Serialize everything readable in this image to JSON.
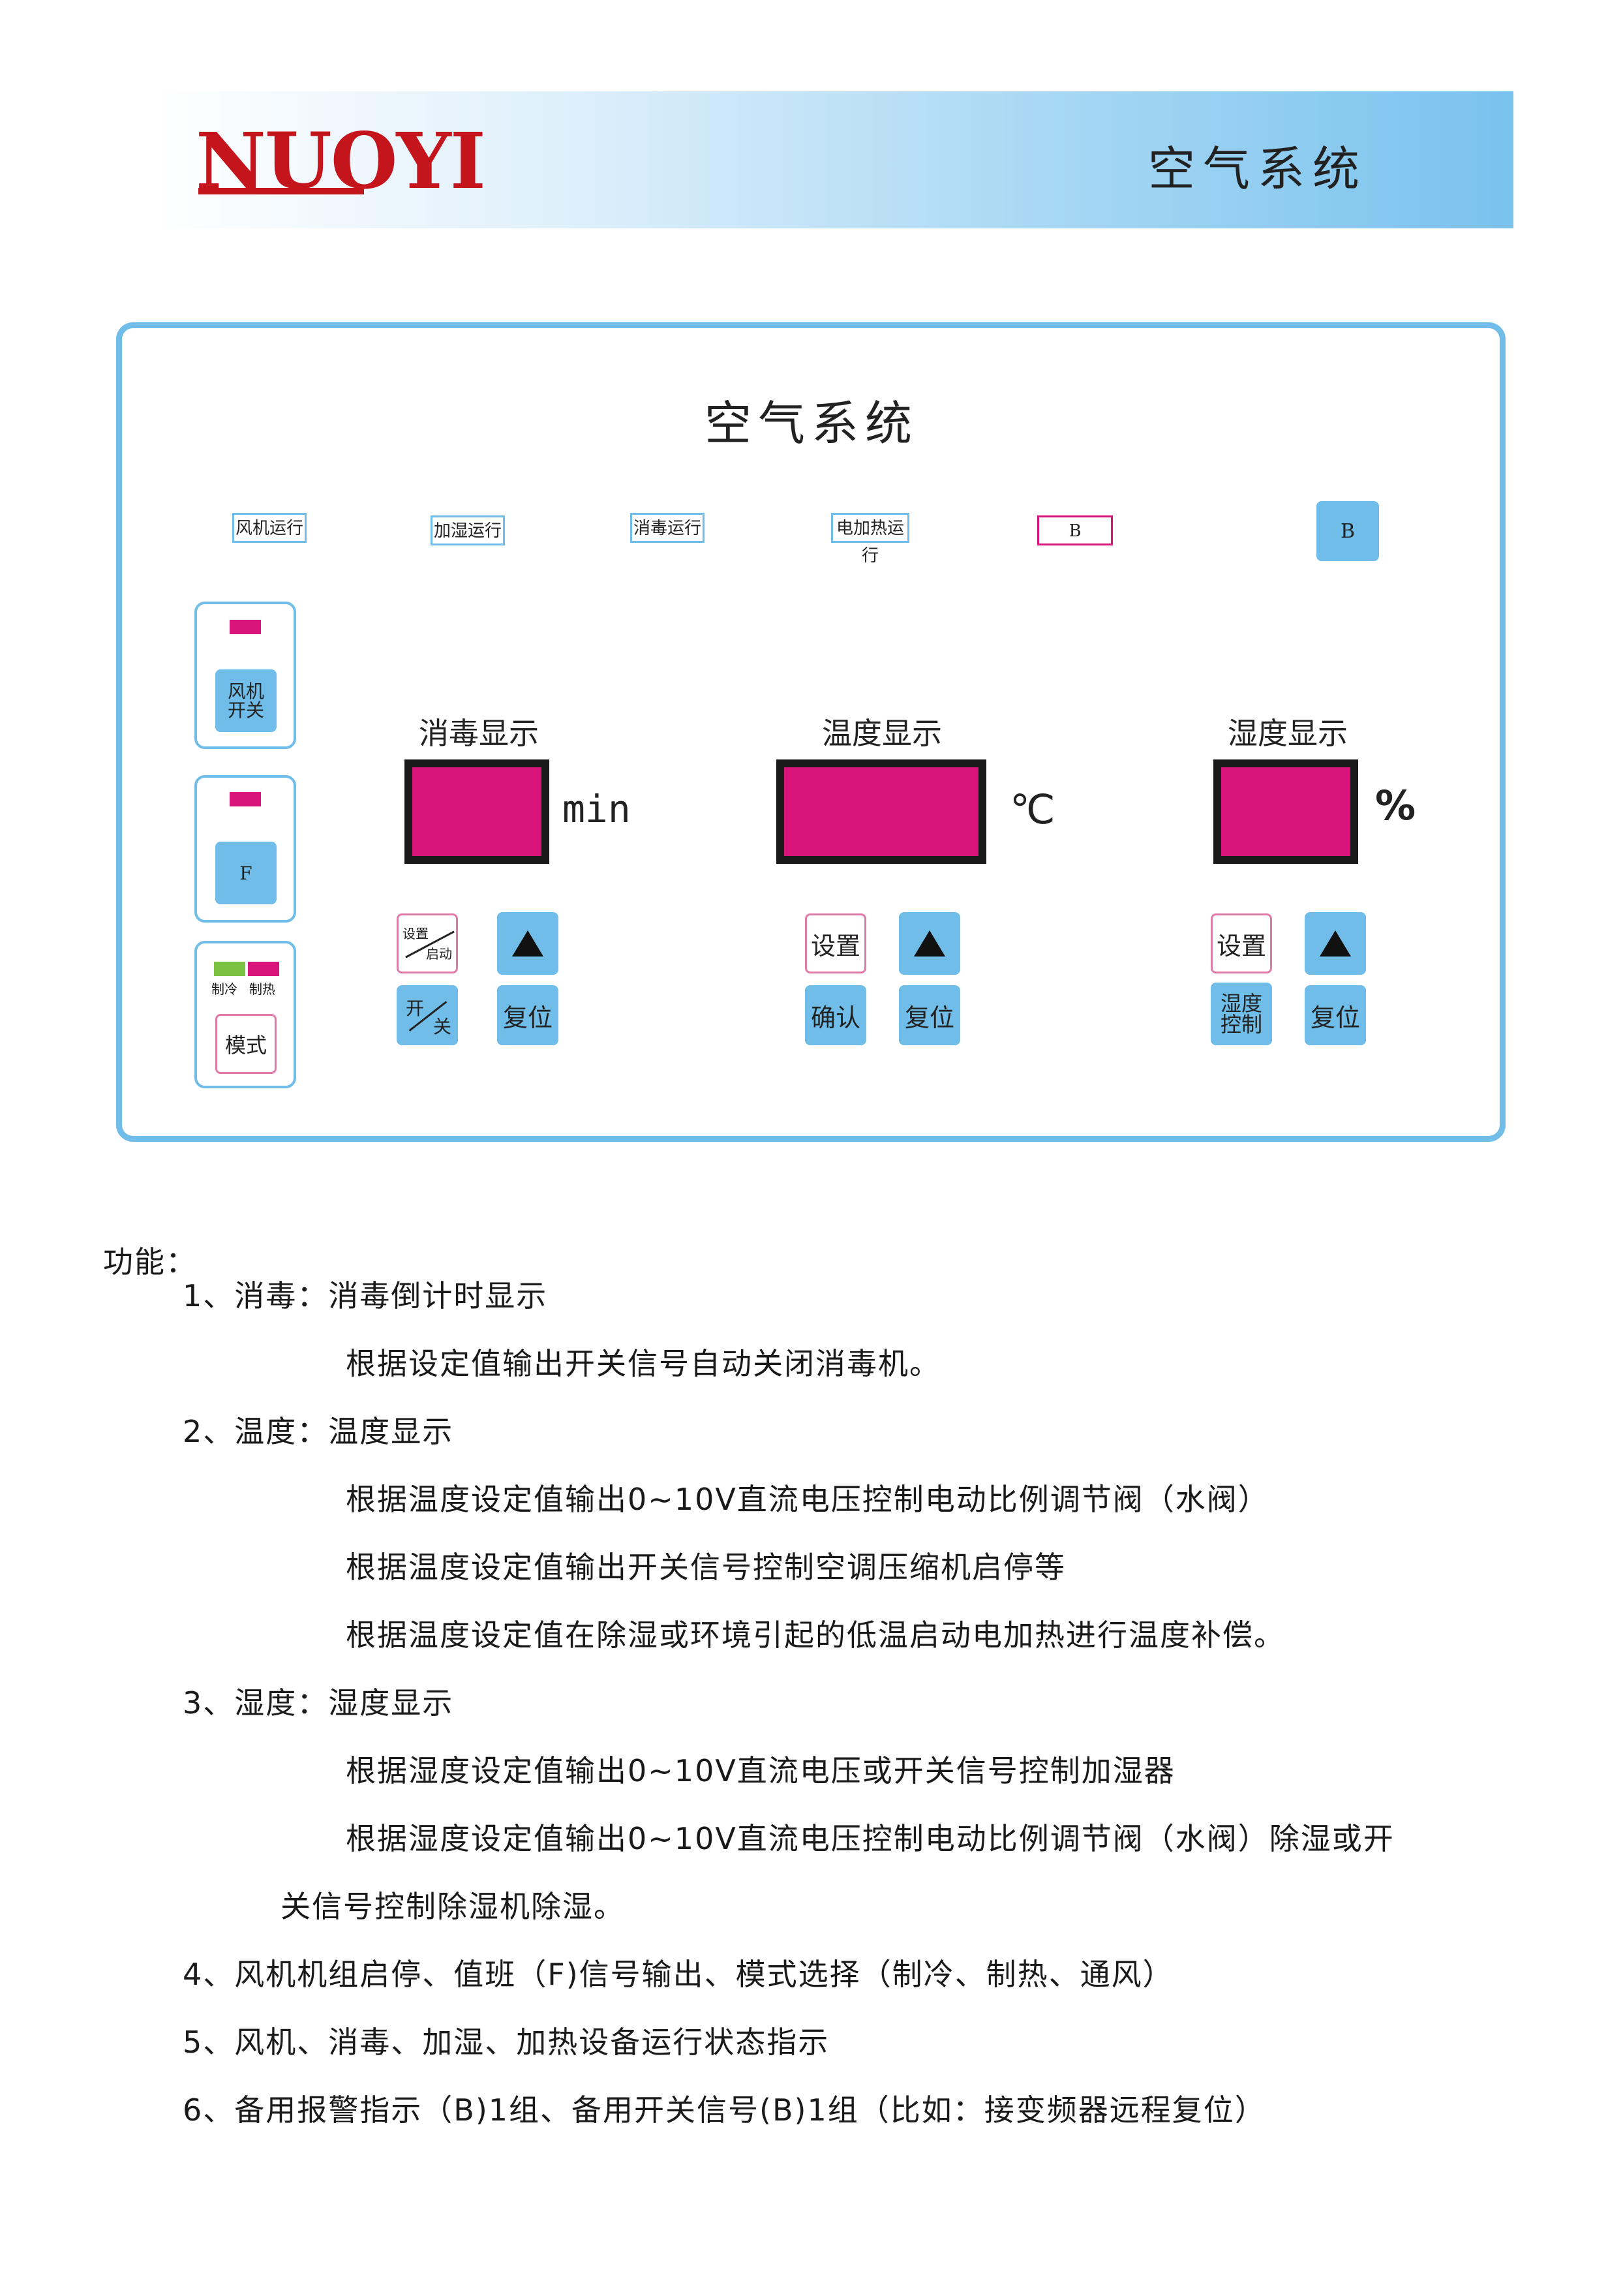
{
  "header": {
    "logo": "NUOYI",
    "title": "空气系统"
  },
  "panel": {
    "title": "空气系统",
    "indicators": [
      "风机运行",
      "加湿运行",
      "消毒运行",
      "电加热运行",
      "B"
    ],
    "b_button": "B",
    "left": {
      "fan_button": "风机\n开关",
      "f_button": "F",
      "mode_leds": {
        "cool": "制冷",
        "heat": "制热"
      },
      "mode_button": "模式"
    },
    "disinfect": {
      "title": "消毒显示",
      "unit": "min",
      "set_start_top": "设置",
      "set_start_bottom": "启动",
      "up": "▲",
      "onoff_top": "开",
      "onoff_bottom": "关",
      "reset": "复位"
    },
    "temperature": {
      "title": "温度显示",
      "unit": "℃",
      "set": "设置",
      "up": "▲",
      "confirm": "确认",
      "reset": "复位"
    },
    "humidity": {
      "title": "湿度显示",
      "unit": "%",
      "set": "设置",
      "up": "▲",
      "control": "湿度\n控制",
      "reset": "复位"
    },
    "colors": {
      "frame": "#6fbde8",
      "display": "#d8137a",
      "button": "#6fbde8",
      "led_green": "#7cc242"
    }
  },
  "functions": {
    "heading": "功能：",
    "lines": [
      "1、消毒：消毒倒计时显示",
      "根据设定值输出开关信号自动关闭消毒机。",
      "2、温度：温度显示",
      "根据温度设定值输出0~10V直流电压控制电动比例调节阀（水阀）",
      "根据温度设定值输出开关信号控制空调压缩机启停等",
      "根据温度设定值在除湿或环境引起的低温启动电加热进行温度补偿。",
      "3、湿度：湿度显示",
      "根据湿度设定值输出0~10V直流电压或开关信号控制加湿器",
      "根据湿度设定值输出0~10V直流电压控制电动比例调节阀（水阀）除湿或开",
      "关信号控制除湿机除湿。",
      "4、风机机组启停、值班（F)信号输出、模式选择（制冷、制热、通风）",
      "5、风机、消毒、加湿、加热设备运行状态指示",
      "6、备用报警指示（B)1组、备用开关信号(B)1组（比如：接变频器远程复位）"
    ]
  }
}
